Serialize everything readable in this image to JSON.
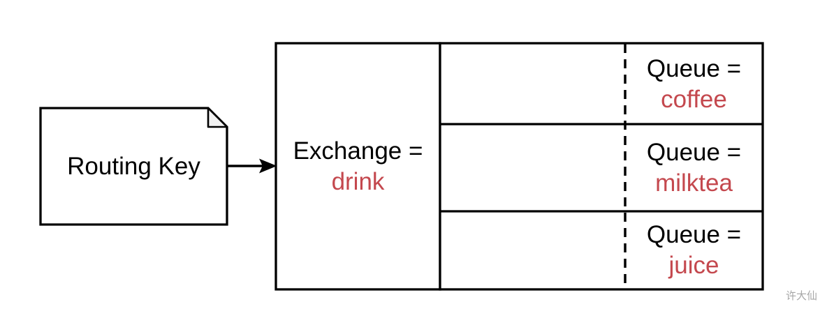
{
  "diagram": {
    "routing_key": {
      "label": "Routing Key"
    },
    "exchange": {
      "label": "Exchange =",
      "value": "drink"
    },
    "queues": [
      {
        "label": "Queue =",
        "value": "coffee"
      },
      {
        "label": "Queue =",
        "value": "milktea"
      },
      {
        "label": "Queue =",
        "value": "juice"
      }
    ],
    "watermark": "许大仙"
  },
  "colors": {
    "line": "#000000",
    "accent_red": "#C4484E",
    "fold_fill": "#F2F2F2",
    "watermark_gray": "#A6A6A6",
    "background": "#FFFFFF"
  }
}
